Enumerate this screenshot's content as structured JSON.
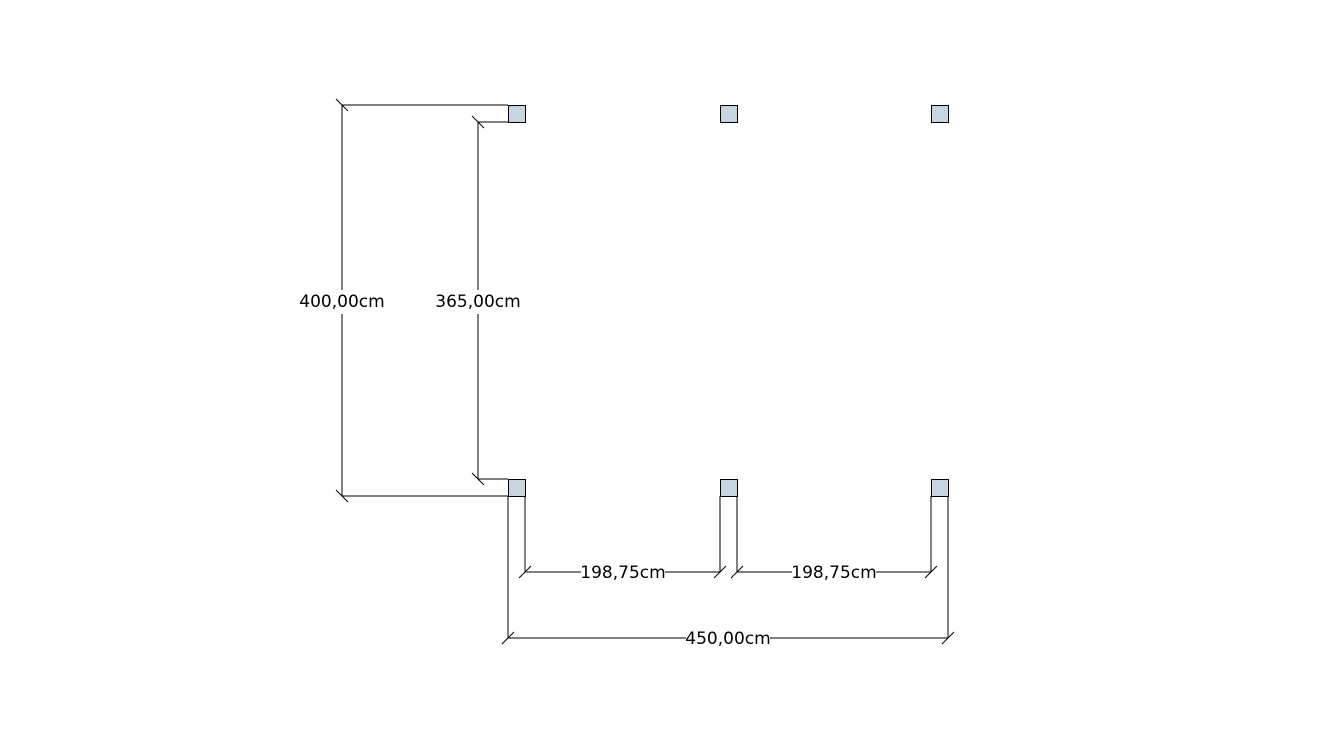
{
  "colors": {
    "background": "#ffffff",
    "post_fill": "#c8d5de",
    "line": "#000000"
  },
  "posts": {
    "top_row": [
      "post",
      "post",
      "post"
    ],
    "bottom_row": [
      "post",
      "post",
      "post"
    ]
  },
  "dimensions": {
    "outer_height": "400,00cm",
    "inner_height": "365,00cm",
    "span_left": "198,75cm",
    "span_right": "198,75cm",
    "total_width": "450,00cm"
  }
}
